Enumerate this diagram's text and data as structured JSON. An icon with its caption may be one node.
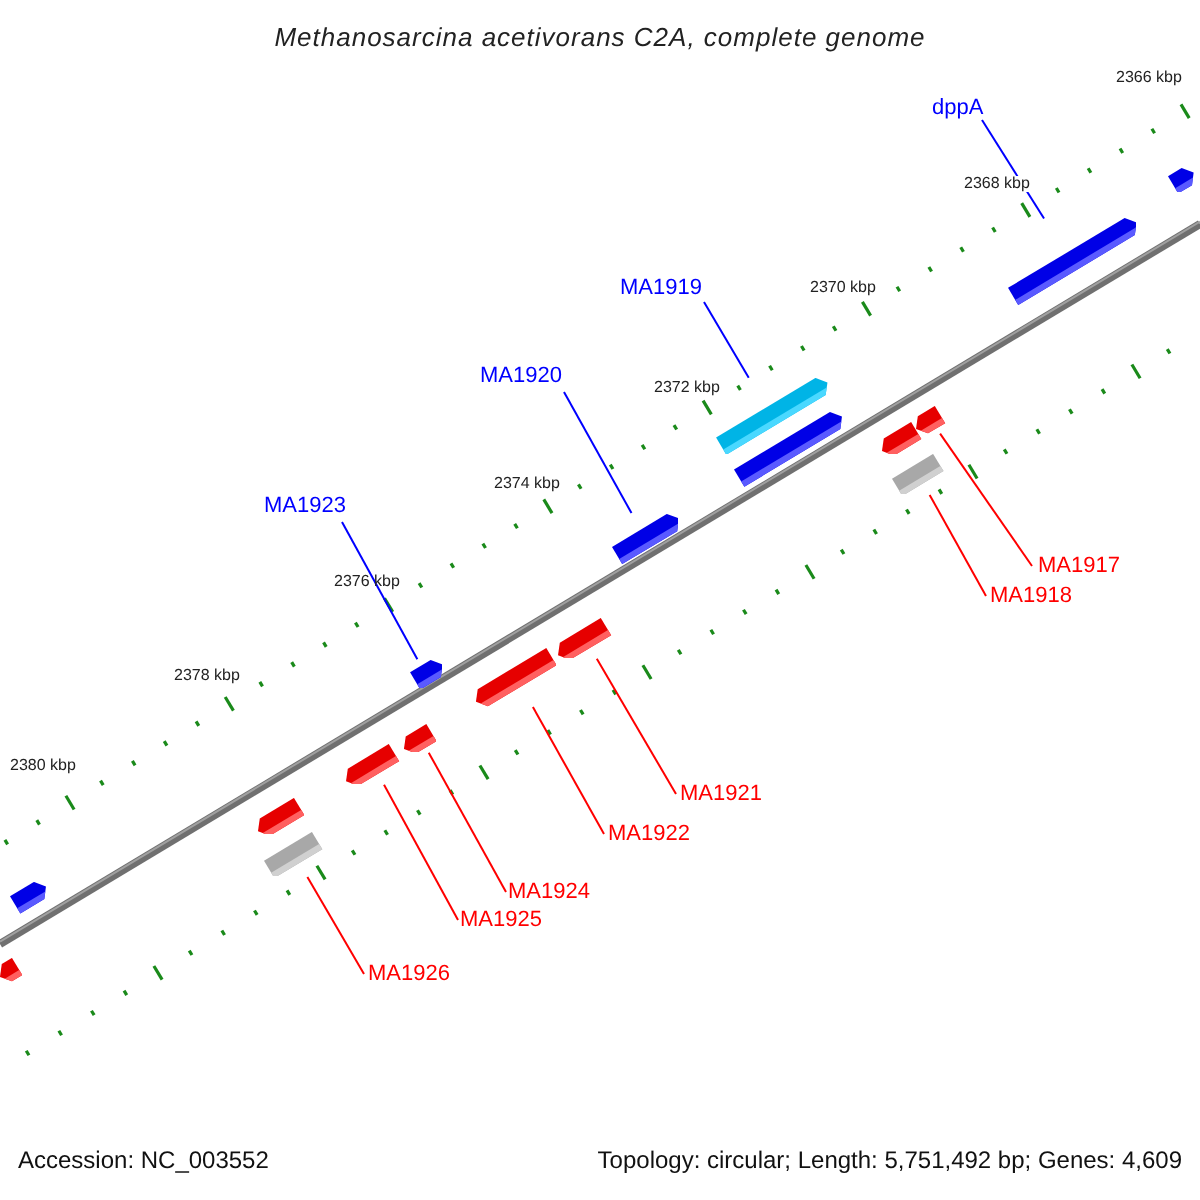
{
  "diagram": {
    "title": "Methanosarcina acetivorans C2A, complete genome",
    "nodes": [
      {
        "text": [
          "dppA"
        ]
      },
      {
        "text": [
          "MA1919"
        ]
      },
      {
        "text": [
          "MA1920"
        ]
      },
      {
        "text": [
          "MA1923"
        ]
      },
      {
        "text": [
          "MA1917"
        ]
      },
      {
        "text": [
          "MA1918"
        ]
      },
      {
        "text": [
          "MA1921"
        ]
      },
      {
        "text": [
          "MA1922"
        ]
      },
      {
        "text": [
          "MA1924"
        ]
      },
      {
        "text": [
          "MA1925"
        ]
      },
      {
        "text": [
          "MA1926"
        ]
      },
      {
        "text": [],
        "shape": "pentagon"
      },
      {
        "text": [],
        "shape": "pentagon"
      },
      {
        "text": [],
        "shape": "pentagon"
      },
      {
        "text": [],
        "shape": "box"
      },
      {
        "text": [],
        "shape": "pentagon"
      },
      {
        "text": [],
        "shape": "pentagon"
      },
      {
        "text": [],
        "shape": "pentagon"
      },
      {
        "text": [],
        "shape": "pentagon"
      },
      {
        "text": [],
        "shape": "pentagon"
      },
      {
        "text": [],
        "shape": "pentagon"
      },
      {
        "text": [],
        "shape": "pentagon"
      },
      {
        "text": [],
        "shape": "pentagon"
      },
      {
        "text": [],
        "shape": "pentagon"
      },
      {
        "text": [],
        "shape": "box"
      },
      {
        "text": [],
        "shape": "pentagon"
      },
      {
        "text": [],
        "shape": "pentagon"
      },
      {
        "text": [],
        "shape": "pentagon"
      }
    ],
    "edges": [
      {
        "from": 0,
        "to": 26,
        "arrow": "none",
        "color": "#0000ff"
      },
      {
        "from": 1,
        "to": 21,
        "arrow": "none",
        "color": "#0000ff"
      },
      {
        "from": 2,
        "to": 20,
        "arrow": "none",
        "color": "#0000ff"
      },
      {
        "from": 3,
        "to": 17,
        "arrow": "none",
        "color": "#0000ff"
      },
      {
        "from": 4,
        "to": 25,
        "arrow": "none"
      },
      {
        "from": 5,
        "to": 24,
        "arrow": "none"
      },
      {
        "from": 6,
        "to": 19,
        "arrow": "none"
      },
      {
        "from": 7,
        "to": 18,
        "arrow": "none"
      },
      {
        "from": 8,
        "to": 16,
        "arrow": "none"
      },
      {
        "from": 9,
        "to": 15,
        "arrow": "none"
      },
      {
        "from": 10,
        "to": 14,
        "arrow": "none"
      }
    ],
    "labels": [
      "2366 kbp",
      "2368 kbp",
      "2370 kbp",
      "2372 kbp",
      "2374 kbp",
      "2376 kbp",
      "2378 kbp",
      "2380 kbp",
      "Accession: NC_003552",
      "Topology: circular; Length: 5,751,492 bp; Genes: 4,609"
    ]
  }
}
